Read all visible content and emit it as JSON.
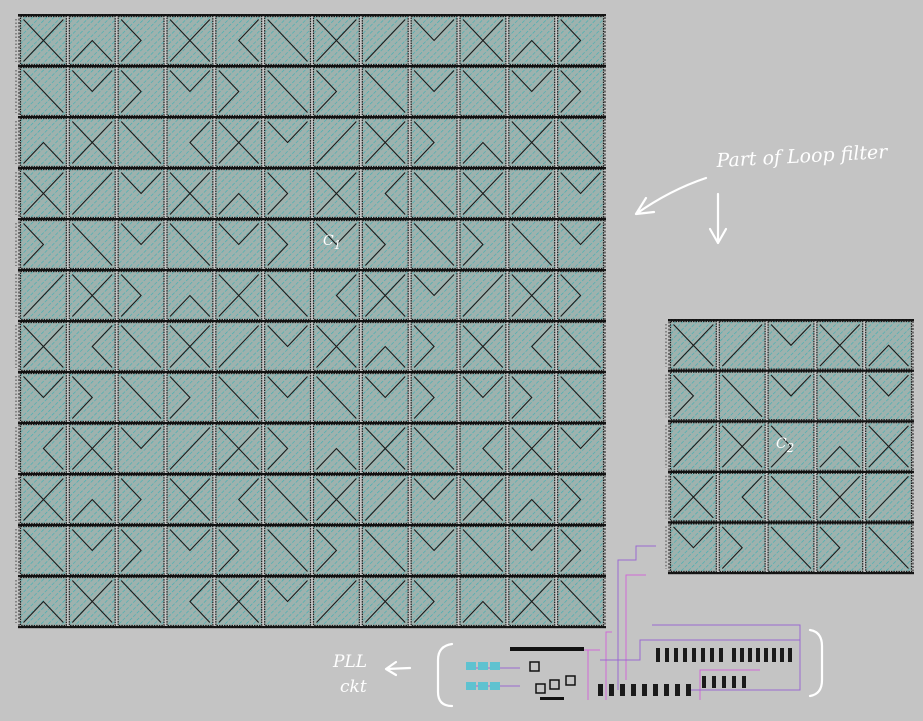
{
  "annotations": {
    "loop_filter": "Part of Loop filter",
    "pll_line1": "PLL",
    "pll_line2": "ckt"
  },
  "capacitors": {
    "c1": {
      "label": "C",
      "subscript": "1",
      "rows": 12,
      "cols": 12
    },
    "c2": {
      "label": "C",
      "subscript": "2",
      "rows": 5,
      "cols": 5
    }
  },
  "colors": {
    "background": "#c4c4c4",
    "cell_fill": "#9eb2ae",
    "hatch": "#33aab0",
    "cell_border": "#1a1a1a",
    "row_bar": "#111111",
    "annotation": "#ffffff",
    "wire_pink": "#d06ad6",
    "wire_purple": "#9a6ad0"
  }
}
